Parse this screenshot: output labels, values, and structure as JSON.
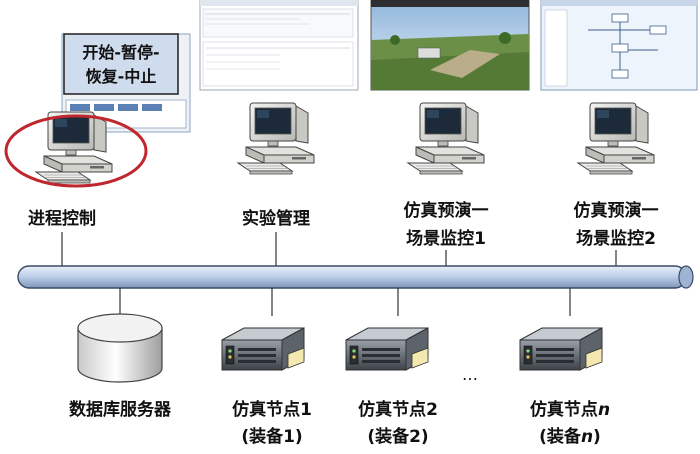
{
  "callout": {
    "line1": "开始-暂停-",
    "line2": "恢复-中止"
  },
  "top_nodes": [
    {
      "line1": "进程控制",
      "line2": ""
    },
    {
      "line1": "实验管理",
      "line2": ""
    },
    {
      "line1": "仿真预演一",
      "line2": "场景监控1"
    },
    {
      "line1": "仿真预演一",
      "line2": "场景监控2"
    }
  ],
  "bottom_nodes": [
    {
      "line1": "数据库服务器",
      "line2": ""
    },
    {
      "line1": "仿真节点1",
      "line2": "(装备1)"
    },
    {
      "line1": "仿真节点2",
      "line2": "(装备2)"
    },
    {
      "line1": "仿真节点",
      "line1_italic": "n",
      "line2": "(装备",
      "line2_italic": "n",
      "line2_tail": ")"
    }
  ],
  "ellipsis": "…",
  "colors": {
    "bus_fill": "#b9cde8",
    "bus_stroke": "#3a4a66",
    "highlight_ring": "#c0262d",
    "callout_fill": "#cfdcee",
    "server_dark": "#4a4f57",
    "server_light": "#d7dade"
  }
}
